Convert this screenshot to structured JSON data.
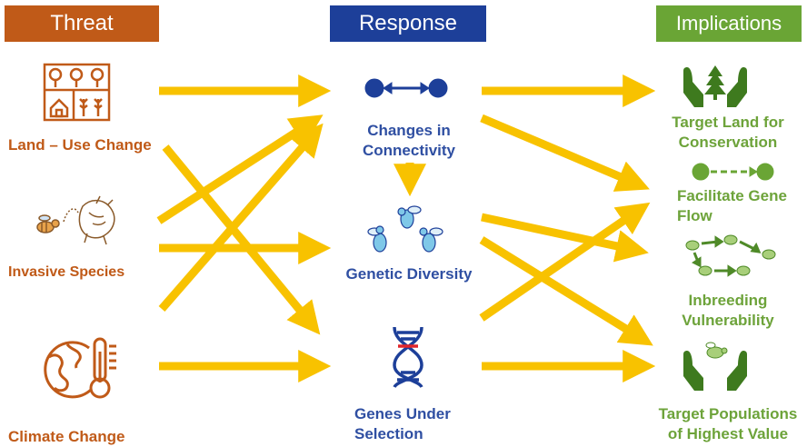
{
  "colors": {
    "threat": "#c05a18",
    "response": "#1d3f99",
    "implications": "#6aa535",
    "arrow": "#f8c200",
    "response_text": "#2f4fa2",
    "implications_text": "#6da33a"
  },
  "headers": {
    "threat": "Threat",
    "response": "Response",
    "implications": "Implications"
  },
  "threats": [
    {
      "label": "Land – Use Change",
      "icon": "land-grid-icon"
    },
    {
      "label": "Invasive Species",
      "icon": "bee-and-predator-icon"
    },
    {
      "label": "Climate Change",
      "icon": "globe-thermometer-icon"
    }
  ],
  "responses": [
    {
      "label_line1": "Changes in",
      "label_line2": "Connectivity",
      "icon": "connectivity-dots-icon"
    },
    {
      "label_line1": "Genetic Diversity",
      "label_line2": "",
      "icon": "bees-icon"
    },
    {
      "label_line1": "Genes Under",
      "label_line2": "Selection",
      "icon": "dna-icon"
    }
  ],
  "implications": [
    {
      "label_line1": "Target Land for",
      "label_line2": "Conservation",
      "icon": "hands-tree-icon"
    },
    {
      "label_line1": "Facilitate Gene",
      "label_line2": "Flow",
      "icon": "gene-flow-dots-icon"
    },
    {
      "label_line1": "Inbreeding",
      "label_line2": "Vulnerability",
      "icon": "bee-network-icon"
    },
    {
      "label_line1": "Target Populations",
      "label_line2": "of Highest Value",
      "icon": "hands-bee-icon"
    }
  ]
}
